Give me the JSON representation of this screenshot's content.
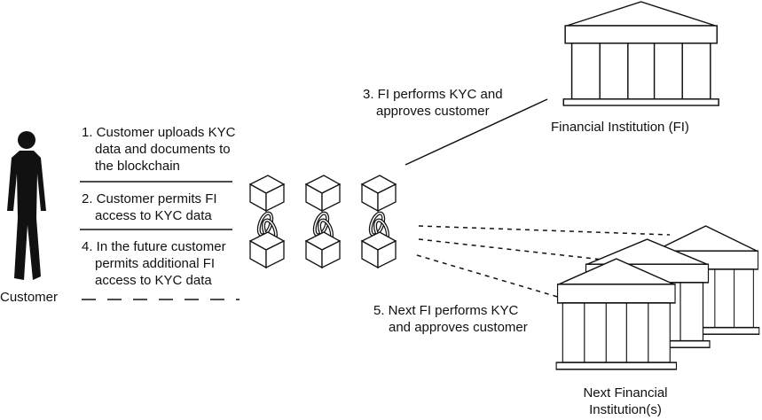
{
  "customer": {
    "label": "Customer",
    "icon": "person-silhouette-icon"
  },
  "steps": {
    "step1": [
      "1. Customer uploads KYC",
      "data and documents to",
      "the blockchain"
    ],
    "step2": [
      "2. Customer permits FI",
      "access to KYC data"
    ],
    "step3": [
      "3. FI performs KYC and",
      "approves customer"
    ],
    "step4": [
      "4. In the future customer",
      "permits additional FI",
      "access to KYC data"
    ],
    "step5": [
      "5. Next FI performs KYC",
      "and approves customer"
    ]
  },
  "institutions": {
    "fi_label": "Financial Institution (FI)",
    "next_fi_label": [
      "Next Financial",
      "Institution(s)"
    ],
    "icon": "bank-building-icon"
  },
  "blockchain": {
    "icon": "chained-blocks-icon",
    "block_count": 3
  },
  "colors": {
    "ink": "#111111",
    "building_fill": "#ffffff"
  }
}
